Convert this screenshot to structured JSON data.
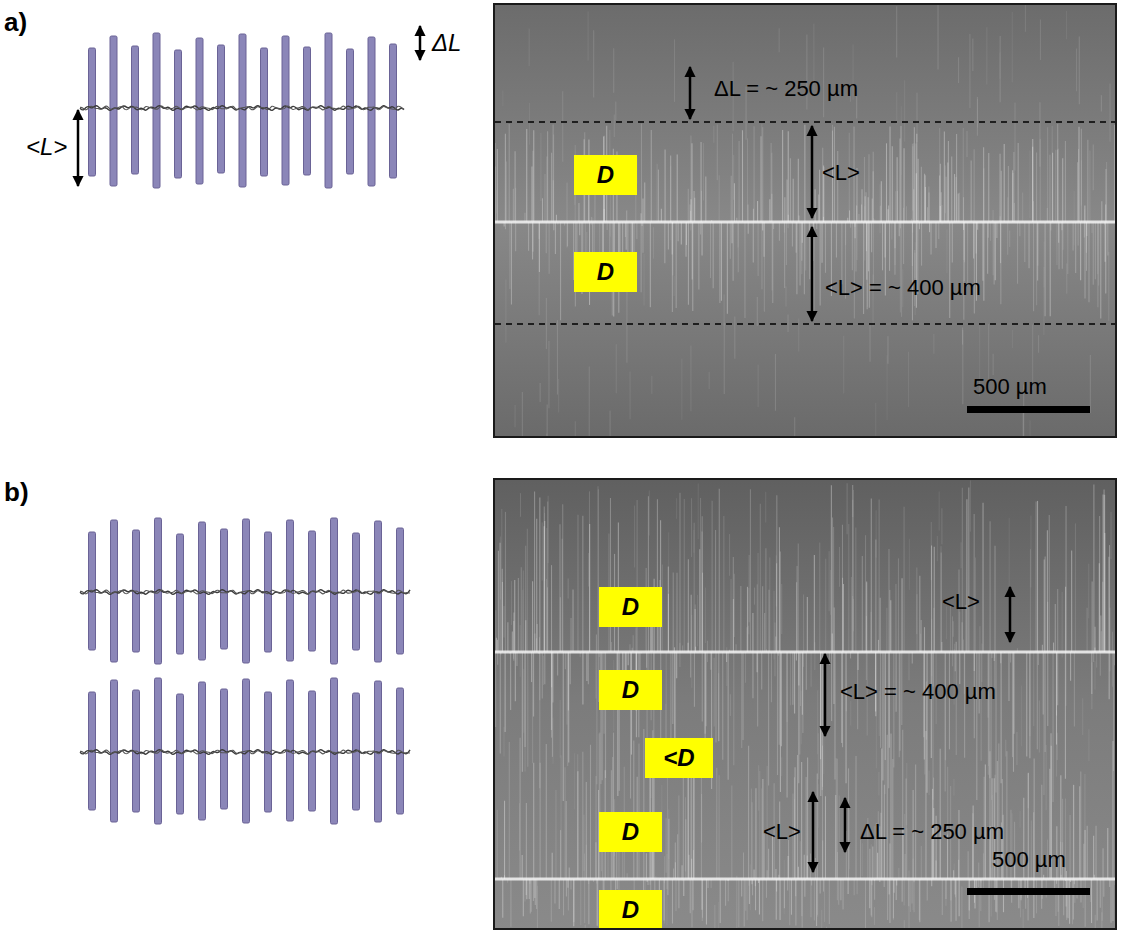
{
  "diagram": {
    "nodes": [
      {
        "text": [
          "ΔL = ~ 250 µm",
          "<L>",
          "<L> = ~ 400 µm",
          "500 µm"
        ]
      },
      {
        "text": [
          "D"
        ],
        "in": 0
      },
      {
        "text": [
          "D"
        ],
        "in": 0
      },
      {
        "text": [
          "<L>",
          "<L> = ~ 400 µm",
          "ΔL = ~ 250 µm",
          "<L>",
          "500 µm"
        ]
      },
      {
        "text": [
          "D"
        ],
        "in": 3
      },
      {
        "text": [
          "D"
        ],
        "in": 3
      },
      {
        "text": [
          "<D"
        ],
        "in": 3
      },
      {
        "text": [
          "D"
        ],
        "in": 3
      },
      {
        "text": [
          "D"
        ],
        "in": 3
      }
    ],
    "labels": [
      "a)",
      "ΔL",
      "<L>",
      "b)"
    ]
  }
}
